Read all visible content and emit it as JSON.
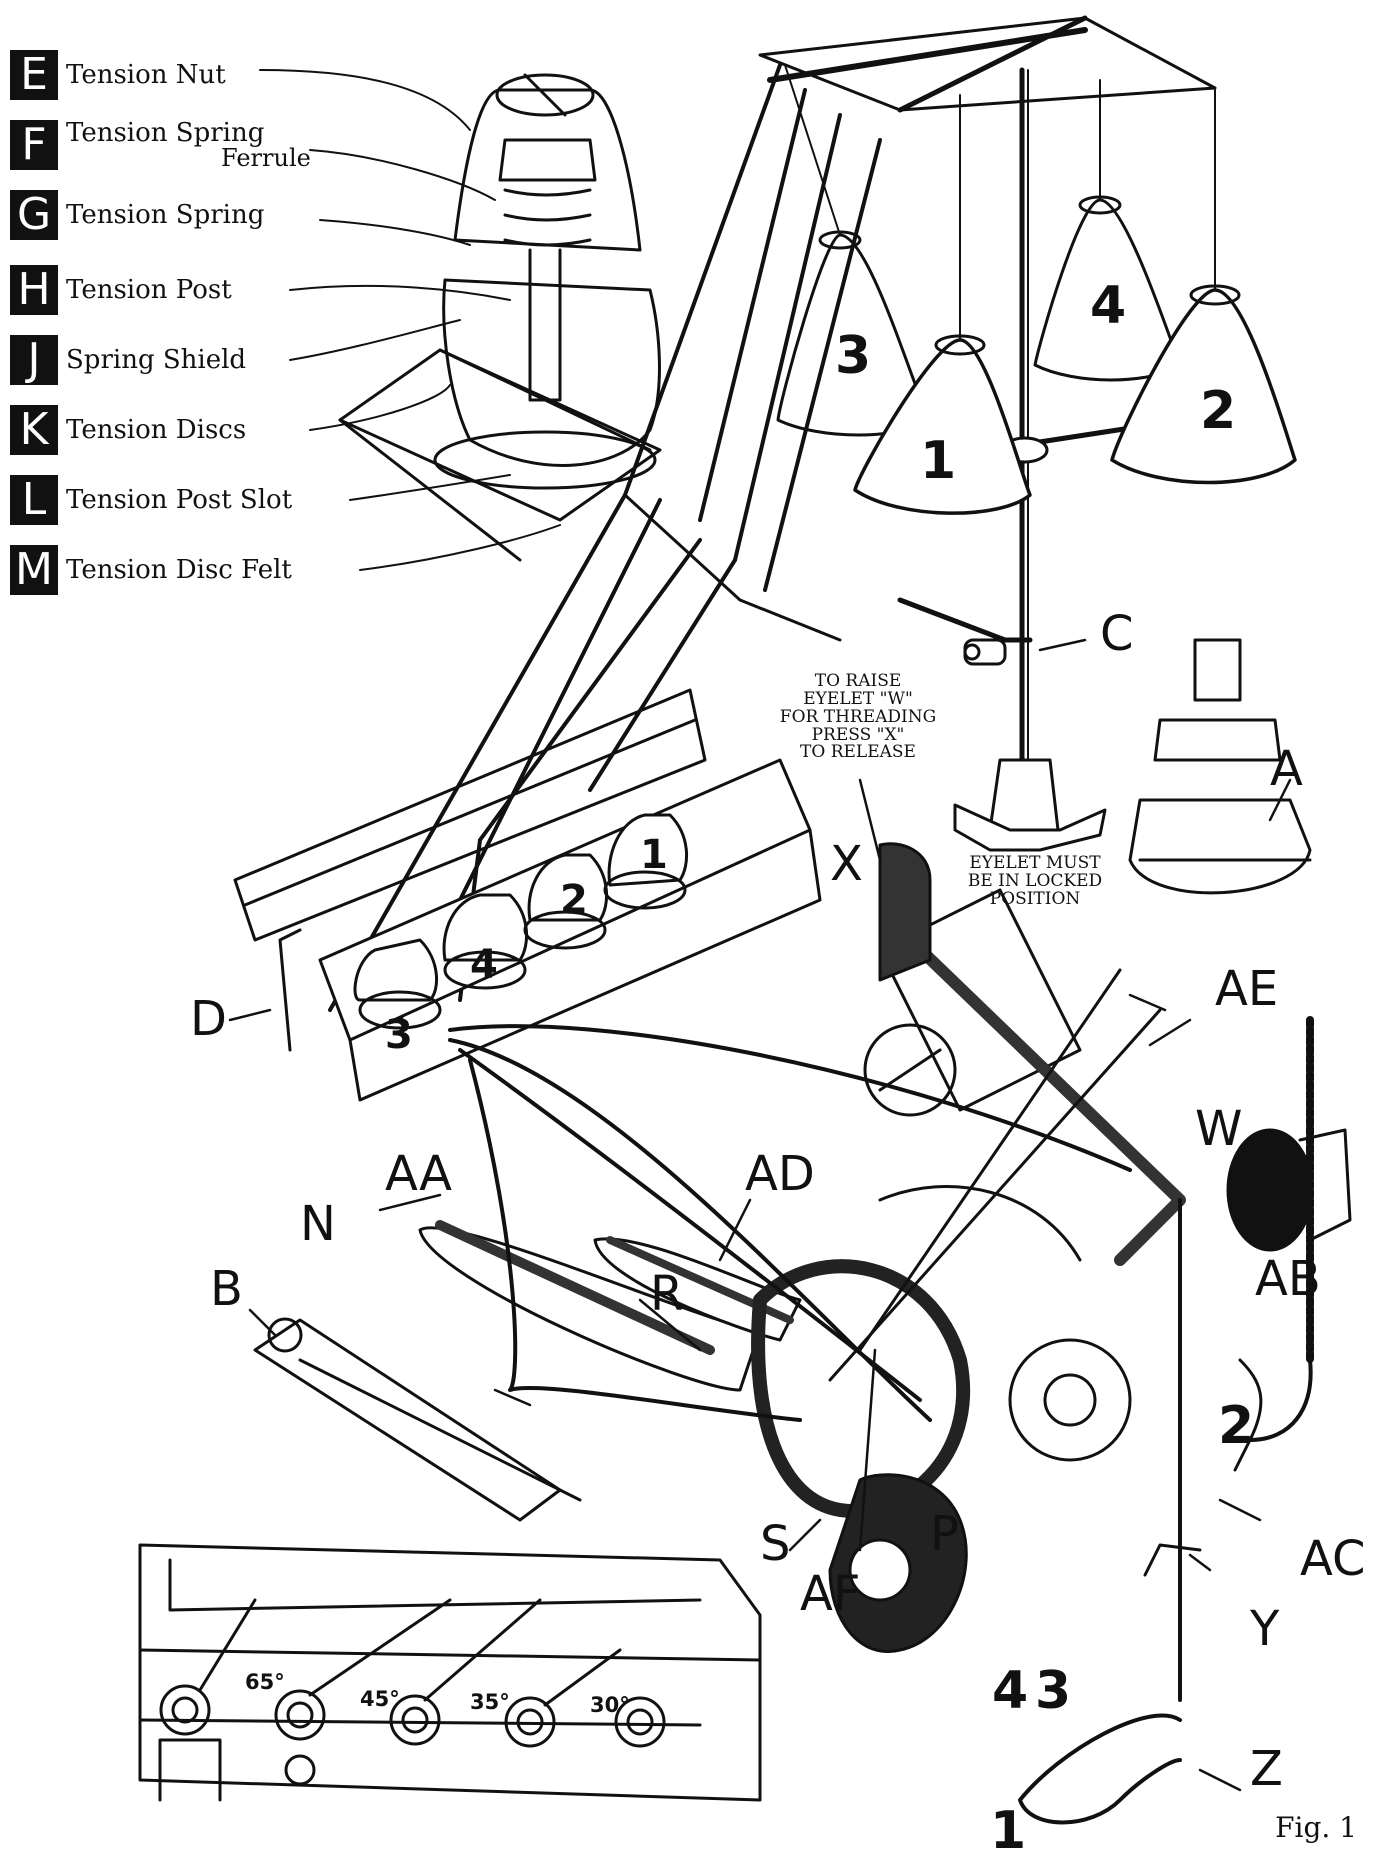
{
  "legend": [
    {
      "key": "E",
      "label": "Tension Nut"
    },
    {
      "key": "F",
      "label": "Tension Spring",
      "sublabel": "Ferrule"
    },
    {
      "key": "G",
      "label": "Tension Spring"
    },
    {
      "key": "H",
      "label": "Tension Post"
    },
    {
      "key": "J",
      "label": "Spring Shield"
    },
    {
      "key": "K",
      "label": "Tension Discs"
    },
    {
      "key": "L",
      "label": "Tension Post Slot"
    },
    {
      "key": "M",
      "label": "Tension Disc Felt"
    }
  ],
  "callouts": {
    "A": "A",
    "B": "B",
    "C": "C",
    "D": "D",
    "N": "N",
    "P": "P",
    "R": "R",
    "S": "S",
    "W": "W",
    "X": "X",
    "Y": "Y",
    "Z": "Z",
    "AA": "AA",
    "AB": "AB",
    "AC": "AC",
    "AD": "AD",
    "AE": "AE",
    "AF": "AF"
  },
  "cone_numbers": [
    "1",
    "2",
    "3",
    "4"
  ],
  "tension_numbers": [
    "1",
    "2",
    "3",
    "4"
  ],
  "thread_numbers": {
    "n1": "1",
    "n2": "2",
    "n3": "3",
    "n4": "4"
  },
  "notes": {
    "raise_eyelet": "TO RAISE\nEYELET \"W\"\nFOR THREADING\nPRESS \"X\"\nTO RELEASE",
    "eyelet_locked": "EYELET MUST\nBE IN LOCKED\nPOSITION"
  },
  "angles": [
    "65°",
    "45°",
    "35°",
    "30°"
  ],
  "figure_caption": "Fig. 1"
}
